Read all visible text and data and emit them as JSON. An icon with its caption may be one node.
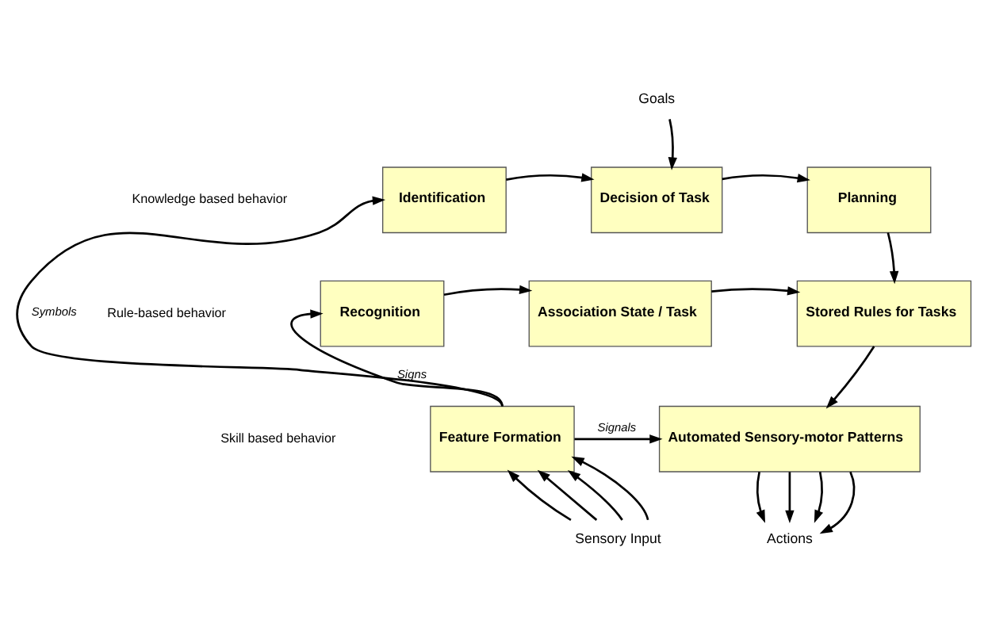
{
  "diagram": {
    "nodes": [
      {
        "text": [
          "Identification"
        ]
      },
      {
        "text": [
          "Decision of Task"
        ]
      },
      {
        "text": [
          "Planning"
        ]
      },
      {
        "text": [
          "Recognition"
        ]
      },
      {
        "text": [
          "Association State / Task"
        ]
      },
      {
        "text": [
          "Stored Rules for Tasks"
        ]
      },
      {
        "text": [
          "Feature Formation"
        ]
      },
      {
        "text": [
          "Automated Sensory-motor Patterns"
        ]
      },
      {
        "text": [
          "Goals"
        ]
      },
      {
        "text": [
          "Sensory Input"
        ]
      },
      {
        "text": [
          "Actions"
        ]
      }
    ],
    "edges": [
      {
        "from": 8,
        "to": 1,
        "arrow": "to"
      },
      {
        "from": 0,
        "to": 1,
        "arrow": "to"
      },
      {
        "from": 1,
        "to": 2,
        "arrow": "to"
      },
      {
        "from": 2,
        "to": 5,
        "arrow": "to"
      },
      {
        "from": 3,
        "to": 4,
        "arrow": "to"
      },
      {
        "from": 4,
        "to": 5,
        "arrow": "to"
      },
      {
        "from": 5,
        "to": 7,
        "arrow": "to"
      },
      {
        "from": 6,
        "to": 0,
        "arrow": "to",
        "label": "Symbols"
      },
      {
        "from": 6,
        "to": 3,
        "arrow": "to",
        "label": "Signs"
      },
      {
        "from": 6,
        "to": 7,
        "arrow": "to",
        "label": "Signals"
      },
      {
        "from": 9,
        "to": 6,
        "arrow": "to"
      },
      {
        "from": 9,
        "to": 6,
        "arrow": "to"
      },
      {
        "from": 9,
        "to": 6,
        "arrow": "to"
      },
      {
        "from": 9,
        "to": 6,
        "arrow": "to"
      },
      {
        "from": 7,
        "to": 10,
        "arrow": "to"
      },
      {
        "from": 7,
        "to": 10,
        "arrow": "to"
      },
      {
        "from": 7,
        "to": 10,
        "arrow": "to"
      },
      {
        "from": 7,
        "to": 10,
        "arrow": "to"
      }
    ],
    "labels": [
      "Knowledge based behavior",
      "Rule-based behavior",
      "Skill based behavior"
    ]
  }
}
